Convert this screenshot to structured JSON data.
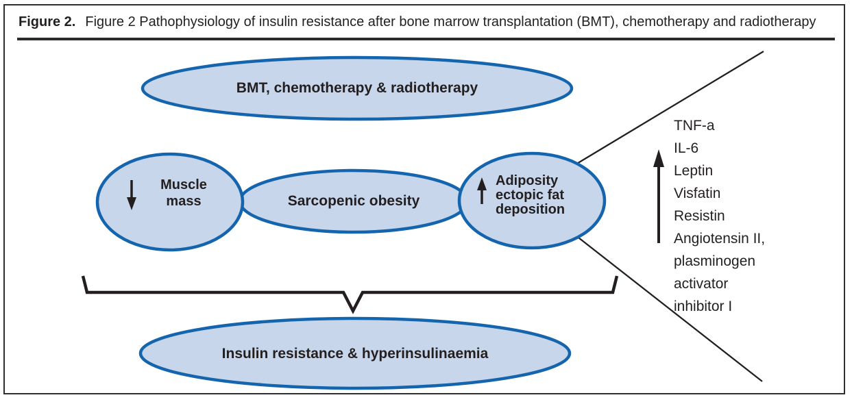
{
  "figure_header": {
    "label": "Figure 2.",
    "caption": "Figure 2 Pathophysiology of insulin resistance after bone marrow transplantation (BMT), chemotherapy and radiotherapy"
  },
  "diagram": {
    "top_ellipse": {
      "label": "BMT, chemotherapy & radiotherapy"
    },
    "muscle_ellipse": {
      "label": "Muscle\nmass"
    },
    "sarcopenic_ellipse": {
      "label": "Sarcopenic obesity"
    },
    "adiposity_ellipse": {
      "label": "Adiposity\nectopic fat\ndeposition"
    },
    "outcome_ellipse": {
      "label": "Insulin resistance & hyperinsulinaemia"
    },
    "factors": {
      "items": [
        "TNF-a",
        "IL-6",
        "Leptin",
        "Visfatin",
        "Resistin",
        "Angiotensin II,",
        "plasminogen",
        "activator",
        "inhibitor I"
      ]
    },
    "icons": {
      "decrease_arrow": "↓",
      "increase_arrow": "↑"
    },
    "colors": {
      "ellipse_fill": "#c7d6ea",
      "ellipse_stroke": "#1565ae",
      "line_color": "#231f20",
      "text_color": "#231f20"
    }
  }
}
